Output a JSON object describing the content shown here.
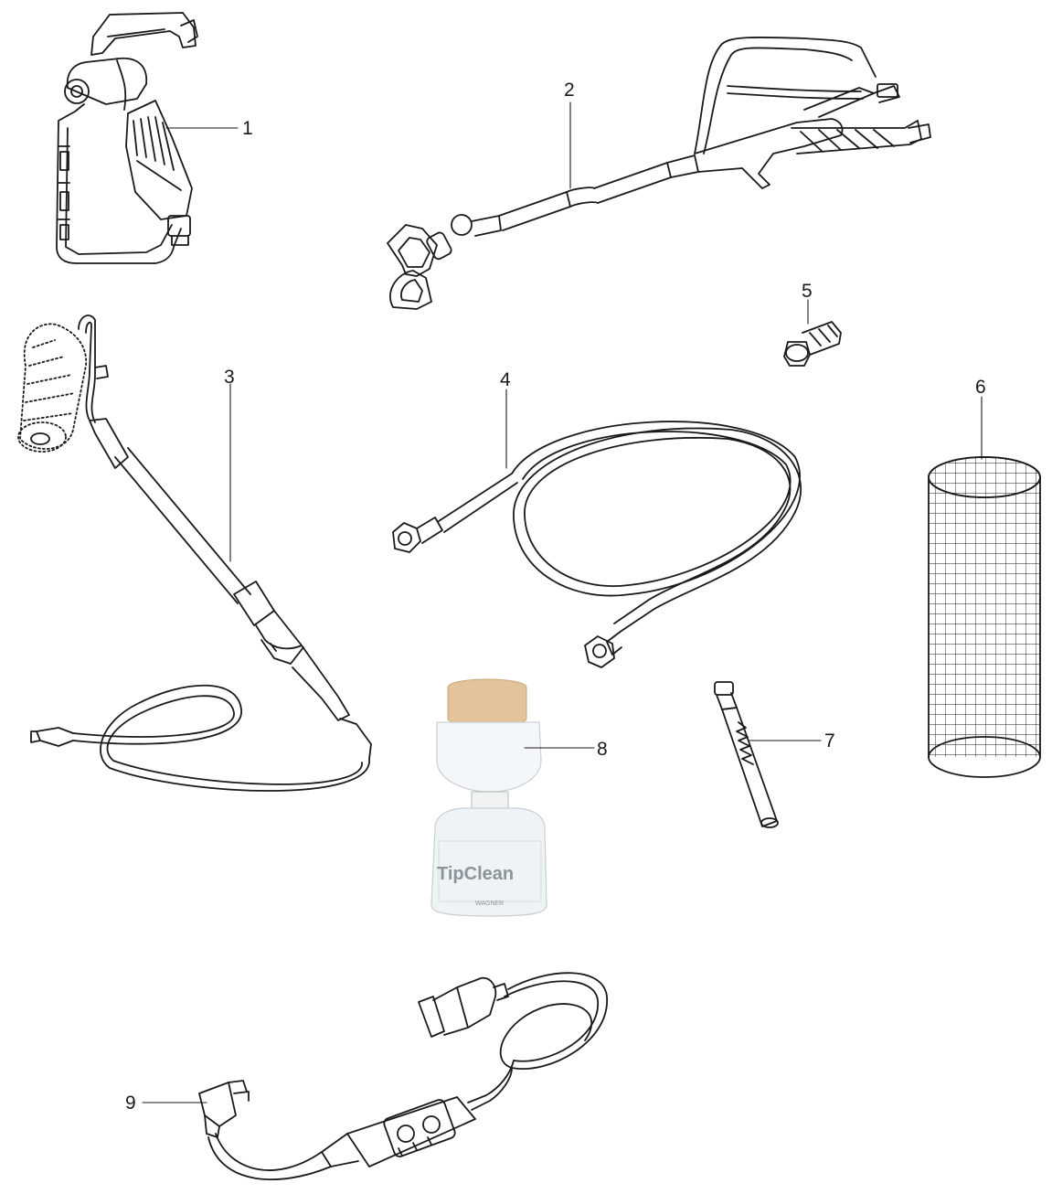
{
  "callouts": [
    {
      "id": "1",
      "label": "1"
    },
    {
      "id": "2",
      "label": "2"
    },
    {
      "id": "3",
      "label": "3"
    },
    {
      "id": "4",
      "label": "4"
    },
    {
      "id": "5",
      "label": "5"
    },
    {
      "id": "6",
      "label": "6"
    },
    {
      "id": "7",
      "label": "7"
    },
    {
      "id": "8",
      "label": "8"
    },
    {
      "id": "9",
      "label": "9"
    }
  ],
  "bottle_label": {
    "brand": "TipClean",
    "maker": "WAGNER"
  },
  "colors": {
    "line": "#1a1a1a",
    "cap": "#e3c49a",
    "liquid": "#eef3f6",
    "glass": "#f4f7f9"
  },
  "parts": [
    {
      "callout": "1",
      "icon": "spray-gun-icon"
    },
    {
      "callout": "2",
      "icon": "extension-spray-gun-icon"
    },
    {
      "callout": "3",
      "icon": "paint-roller-icon"
    },
    {
      "callout": "4",
      "icon": "high-pressure-hose-icon"
    },
    {
      "callout": "5",
      "icon": "hose-connector-icon"
    },
    {
      "callout": "6",
      "icon": "filter-screen-icon"
    },
    {
      "callout": "7",
      "icon": "inline-filter-icon"
    },
    {
      "callout": "8",
      "icon": "tipclean-bottle-icon"
    },
    {
      "callout": "9",
      "icon": "remote-control-cable-icon"
    }
  ]
}
